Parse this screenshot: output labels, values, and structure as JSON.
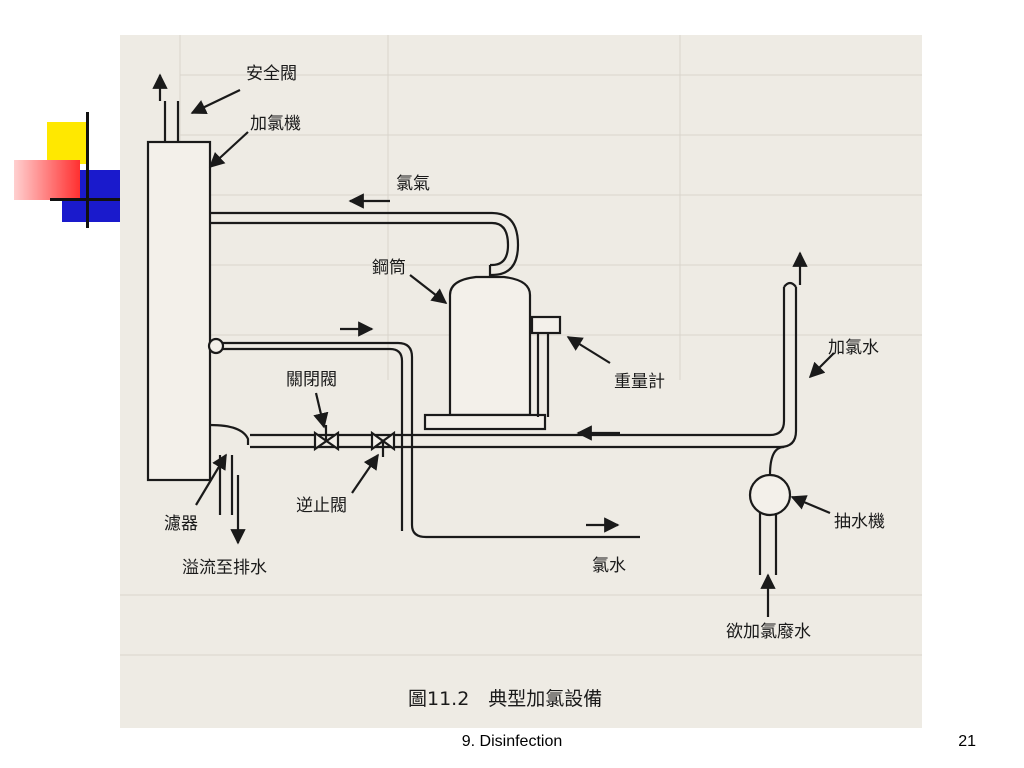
{
  "colors": {
    "yellow": "#ffe800",
    "red": "#ff2a2a",
    "blue": "#1a1acc",
    "paper": "#eeebe4",
    "ink": "#1a1a1a"
  },
  "diagram": {
    "labels": {
      "safety_valve": "安全閥",
      "chlorinator": "加氯機",
      "chlorine_gas": "氯氣",
      "steel_cylinder": "鋼筒",
      "scale": "重量計",
      "chlorinated_water": "加氯水",
      "shutoff_valve": "關閉閥",
      "check_valve": "逆止閥",
      "filter": "濾器",
      "overflow": "溢流至排水",
      "pump": "抽水機",
      "chlorine_water": "氯水",
      "raw_water": "欲加氯廢水"
    },
    "caption": "圖11.2　典型加氯設備"
  },
  "footer": {
    "title": "9. Disinfection",
    "page": "21"
  }
}
